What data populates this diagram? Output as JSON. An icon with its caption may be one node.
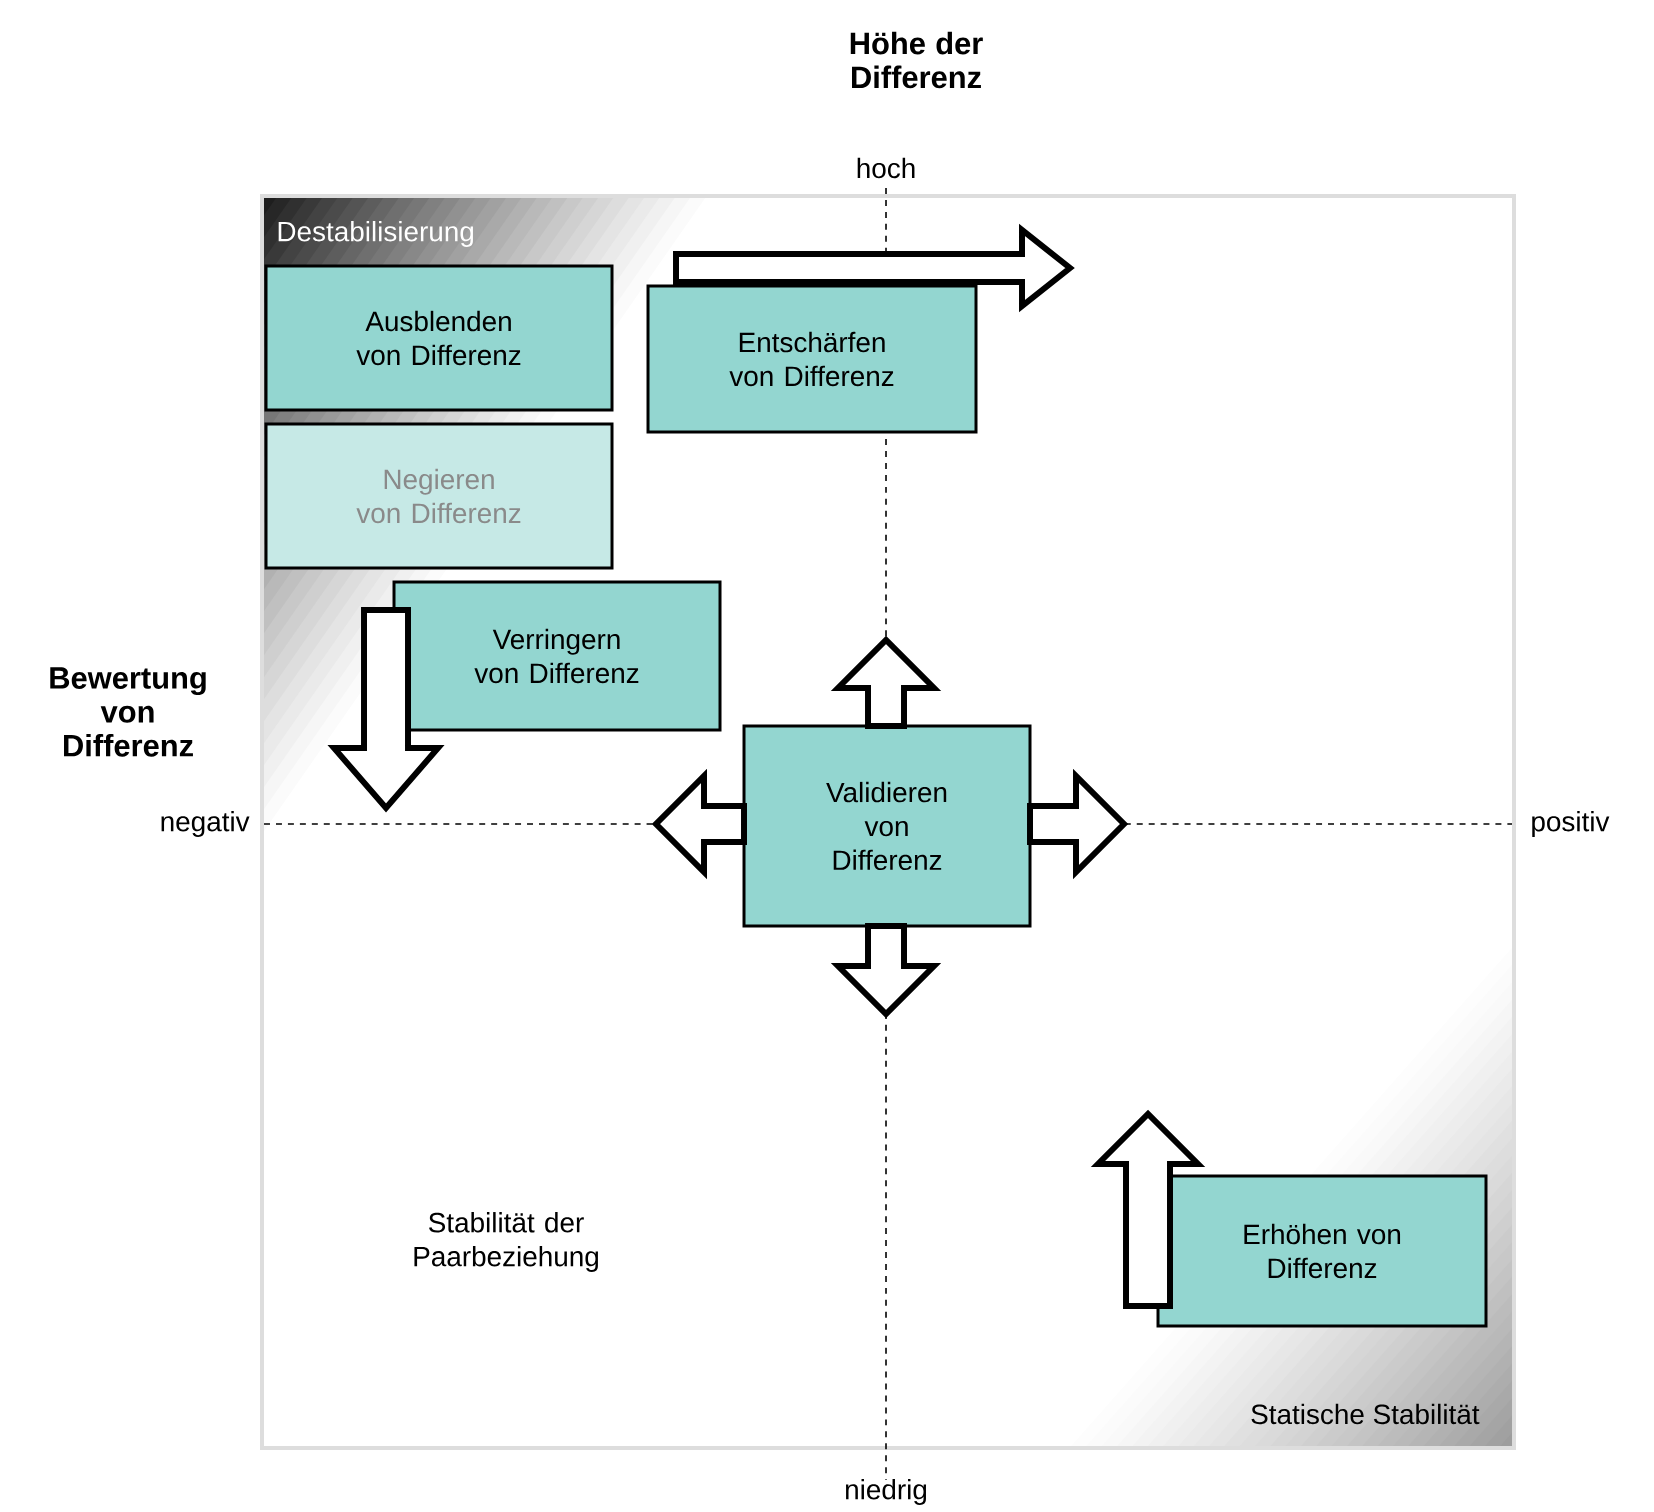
{
  "diagram": {
    "nodes": [
      {
        "text": [
          "Ausblenden von Differenz"
        ]
      },
      {
        "text": [
          "Negieren von Differenz"
        ]
      },
      {
        "text": [
          "Entschärfen von Differenz"
        ]
      },
      {
        "text": [
          "Verringern von Differenz"
        ]
      },
      {
        "text": [
          "Validieren von Differenz"
        ]
      },
      {
        "text": [
          "Erhöhen von Differenz"
        ]
      }
    ],
    "edges": [
      {
        "from": 2,
        "to": null,
        "arrow": "to"
      },
      {
        "from": 3,
        "to": null,
        "arrow": "to"
      },
      {
        "from": 4,
        "to": null,
        "arrow": "to"
      },
      {
        "from": 4,
        "to": null,
        "arrow": "to"
      },
      {
        "from": 4,
        "to": null,
        "arrow": "to"
      },
      {
        "from": 4,
        "to": null,
        "arrow": "to"
      },
      {
        "from": 5,
        "to": null,
        "arrow": "to"
      }
    ],
    "labels": [
      "Höhe der Differenz",
      "hoch",
      "Destabilisierung",
      "Bewertung von Differenz",
      "negativ",
      "positiv",
      "Stabilität der Paarbeziehung",
      "Statische Stabilität",
      "niedrig"
    ]
  }
}
